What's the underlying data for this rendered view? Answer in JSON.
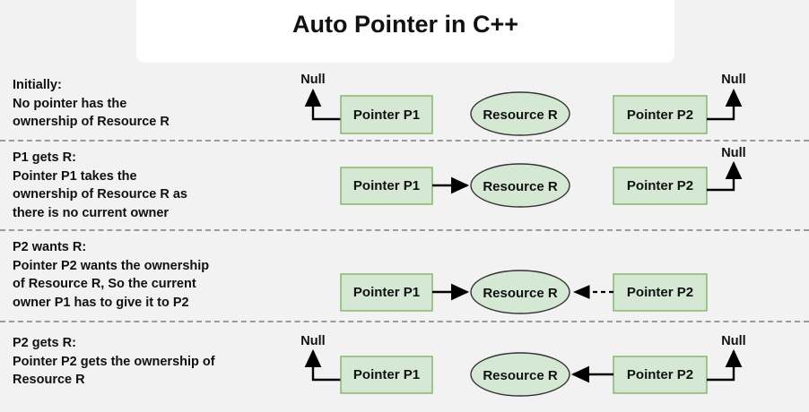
{
  "header": {
    "title": "Auto Pointer in C++"
  },
  "colors": {
    "page_background": "#f2f2f2",
    "title_card": "#ffffff",
    "node_fill": "#d5e8d4",
    "box_stroke": "#82b366",
    "ellipse_stroke": "#333333",
    "arrow": "#000000",
    "divider": "#9a9a9a",
    "text": "#111111"
  },
  "labels": {
    "pointer_p1": "Pointer P1",
    "pointer_p2": "Pointer P2",
    "resource_r": "Resource R",
    "null": "Null"
  },
  "steps": [
    {
      "id": "initially",
      "heading": "Initially:",
      "lines": [
        "Initially:",
        "No pointer has the",
        "ownership of Resource R"
      ],
      "p1_target": "null",
      "p2_target": "null",
      "resource_owner": "none",
      "arrow_style": "solid"
    },
    {
      "id": "p1-gets-r",
      "heading": "P1 gets R:",
      "lines": [
        "P1 gets R:",
        "Pointer P1 takes the",
        "ownership of Resource R as",
        "there is no current owner"
      ],
      "p1_target": "resource",
      "p2_target": "null",
      "resource_owner": "P1",
      "arrow_style": "solid"
    },
    {
      "id": "p2-wants-r",
      "heading": "P2 wants R:",
      "lines": [
        "P2 wants R:",
        "Pointer P2 wants the ownership",
        "of Resource R, So the current",
        "owner P1 has to give it to P2"
      ],
      "p1_target": "resource",
      "p2_target": "resource-dashed",
      "resource_owner": "P1",
      "arrow_style": "mixed"
    },
    {
      "id": "p2-gets-r",
      "heading": "P2 gets R:",
      "lines": [
        "P2 gets R:",
        "Pointer P2 gets the ownership of",
        "Resource R"
      ],
      "p1_target": "null",
      "p2_target": "resource",
      "resource_owner": "P2",
      "arrow_style": "solid"
    }
  ],
  "rows": {
    "row1": {
      "p1": "Pointer P1",
      "p2": "Pointer P2",
      "resource": "Resource R",
      "null_left": "Null",
      "null_right": "Null"
    },
    "row2": {
      "p1": "Pointer P1",
      "p2": "Pointer P2",
      "resource": "Resource R",
      "null_right": "Null"
    },
    "row3": {
      "p1": "Pointer P1",
      "p2": "Pointer P2",
      "resource": "Resource R"
    },
    "row4": {
      "p1": "Pointer P1",
      "p2": "Pointer P2",
      "resource": "Resource R",
      "null_left": "Null",
      "null_right": "Null"
    }
  }
}
